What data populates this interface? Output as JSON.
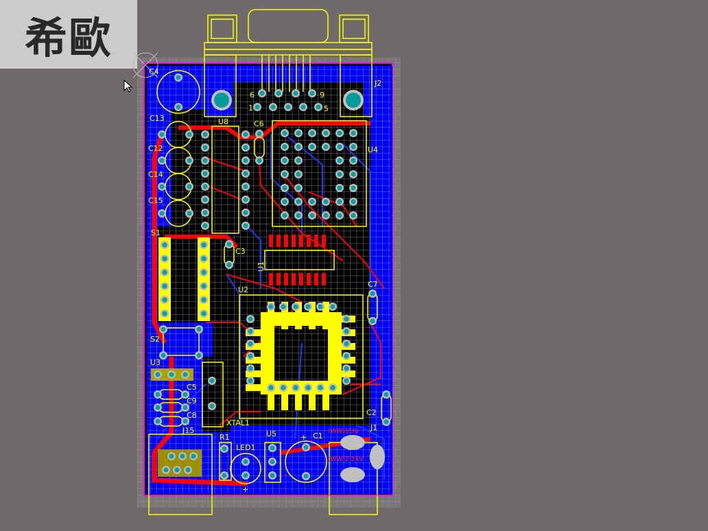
{
  "logo": {
    "text": "希歐"
  },
  "colors": {
    "background": "#6e6a69",
    "board_copper_bottom": "#0000ff",
    "copper_top": "#ff0000",
    "silkscreen": "#ffff00",
    "pad": "#00a0a0",
    "board_outline": "#ff00ff"
  },
  "designators": {
    "C4": "C4",
    "J2": "J2",
    "C13": "C13",
    "U8": "U8",
    "C6": "C6",
    "C12": "C12",
    "C14": "C14",
    "C15": "C15",
    "U4": "U4",
    "S1": "S1",
    "C3": "C3",
    "U1": "U1",
    "U2": "U2",
    "C7": "C7",
    "S2": "S2",
    "U3": "U3",
    "C5": "C5",
    "C9": "C9",
    "C8": "C8",
    "J15": "J15",
    "XTAL1": "XTAL1",
    "R1": "R1",
    "LED1": "LED1",
    "U5": "U5",
    "C1": "C1",
    "J1": "J1",
    "C2": "C2"
  },
  "connector_pins": {
    "pin1": "1",
    "pin5": "5",
    "pin6": "6",
    "pin9": "9"
  },
  "bottom_text": {
    "line1": "(WW)8'3U",
    "line2": "(WW)Z'2XV"
  },
  "polarity": {
    "plus": "+"
  }
}
